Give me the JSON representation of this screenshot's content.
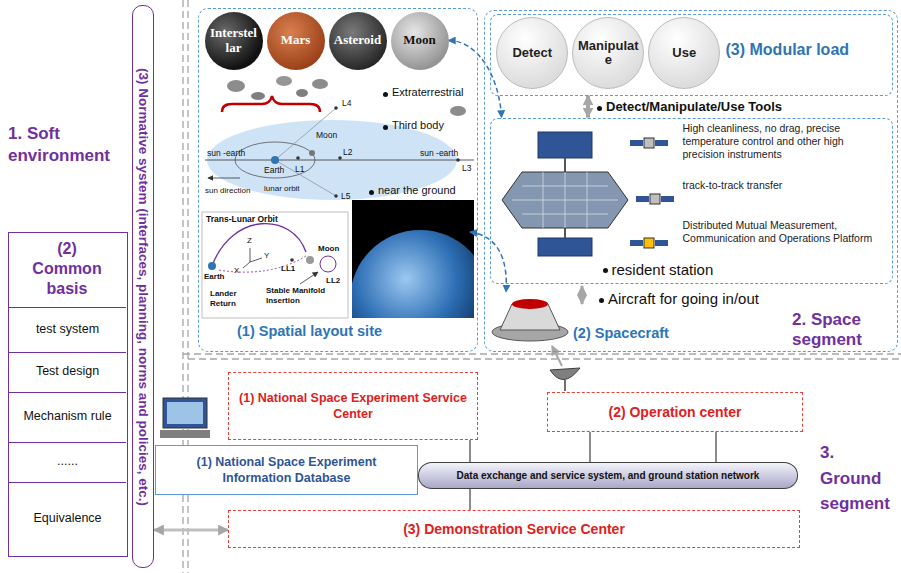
{
  "diagram": {
    "nodes": [
      {
        "text": [
          "(2) Common basis"
        ]
      },
      {
        "text": [
          "test system"
        ],
        "in": 0
      },
      {
        "text": [
          "Test design"
        ],
        "in": 0
      },
      {
        "text": [
          "Mechanism rule"
        ],
        "in": 0
      },
      {
        "text": [
          "......"
        ],
        "in": 0
      },
      {
        "text": [
          "Equivalence"
        ],
        "in": 0
      },
      {
        "text": [
          "(3) Normative system (interfaces, planning, norms and policies, etc.)"
        ]
      },
      {
        "text": [
          "(1) Spatial layout site"
        ]
      },
      {
        "text": [
          "Interstellar"
        ],
        "in": 7
      },
      {
        "text": [
          "Mars"
        ],
        "in": 7
      },
      {
        "text": [
          "Asteroid"
        ],
        "in": 7
      },
      {
        "text": [
          "Moon"
        ],
        "in": 7
      },
      {
        "text": [
          "(2) Spacecraft"
        ]
      },
      {
        "text": [
          "(3) Modular load"
        ],
        "in": 12
      },
      {
        "text": [
          "Detect"
        ],
        "in": 13
      },
      {
        "text": [
          "Manipulate"
        ],
        "in": 13
      },
      {
        "text": [
          "Use"
        ],
        "in": 13
      },
      {
        "text": [
          "High cleanliness, no drag, precise temperature control and other high precision instruments",
          "track-to-track transfer",
          "Distributed Mutual Measurement, Communication and Operations Platform",
          "resident station"
        ],
        "in": 12
      },
      {
        "text": [
          "(1) National Space Experiment Service Center"
        ]
      },
      {
        "text": [
          "(2) Operation center"
        ]
      },
      {
        "text": [
          "(1) National Space Experiment Information Database"
        ]
      },
      {
        "text": [
          "Data exchange and service system, and ground station network"
        ]
      },
      {
        "text": [
          "(3) Demonstration Service Center"
        ]
      }
    ],
    "edges": [
      {
        "from": 11,
        "to": 17,
        "arrow": "both"
      },
      {
        "from": 13,
        "to": 17,
        "arrow": "both"
      },
      {
        "from": 6,
        "to": 22,
        "arrow": "both"
      },
      {
        "from": 18,
        "to": 21,
        "arrow": "none"
      },
      {
        "from": 19,
        "to": 21,
        "arrow": "none"
      },
      {
        "from": 19,
        "to": 21,
        "arrow": "none"
      },
      {
        "from": 21,
        "to": 22,
        "arrow": "none"
      }
    ],
    "labels": [
      "1. Soft environment",
      "2. Space segment",
      "3. Ground segment",
      "Extraterrestrial",
      "Third body",
      "near the ground",
      "sun -earth",
      "sun direction",
      "Earth",
      "Moon",
      "lunar orbit",
      "sun -earth",
      "L4",
      "L1",
      "L2",
      "L3",
      "L5",
      "Trans-Lunar Orbit",
      "Earth",
      "Z",
      "Y",
      "X",
      "LL1",
      "Moon",
      "LL2",
      "Lander Return",
      "Stable Manifold Insertion",
      "Detect/Manipulate/Use Tools",
      "Aircraft for going in/out"
    ]
  }
}
